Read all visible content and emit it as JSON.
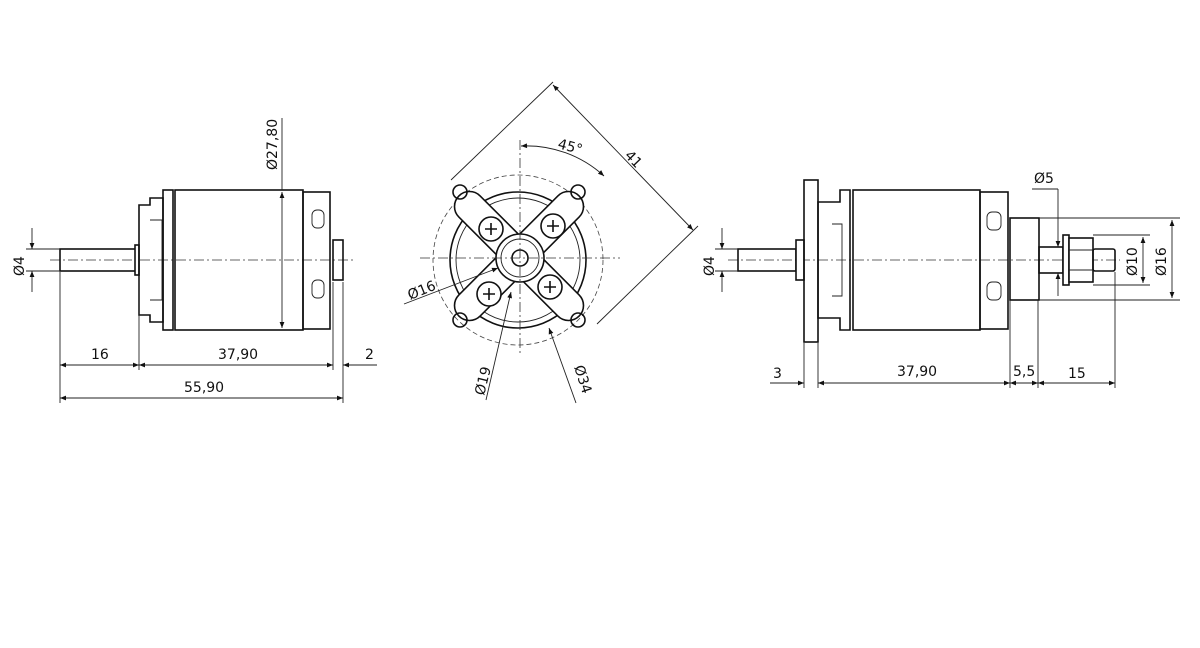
{
  "drawing": {
    "side_view": {
      "shaft_diameter": "Ø4",
      "body_diameter": "Ø27,80",
      "shaft_length": "16",
      "body_length": "37,90",
      "rear_cap": "2",
      "total_length": "55,90"
    },
    "front_view": {
      "angle": "45°",
      "mount_span": "41",
      "hub_diameter": "Ø16",
      "inner_bolt_circle": "Ø19",
      "outer_bolt_circle": "Ø34"
    },
    "mounted_view": {
      "shaft_diameter": "Ø4",
      "adapter_shaft_diameter": "Ø5",
      "nut_diameter": "Ø10",
      "mount_diameter": "Ø16",
      "plate_thickness": "3",
      "body_length": "37,90",
      "mount_length": "5,5",
      "adapter_length": "15"
    }
  }
}
